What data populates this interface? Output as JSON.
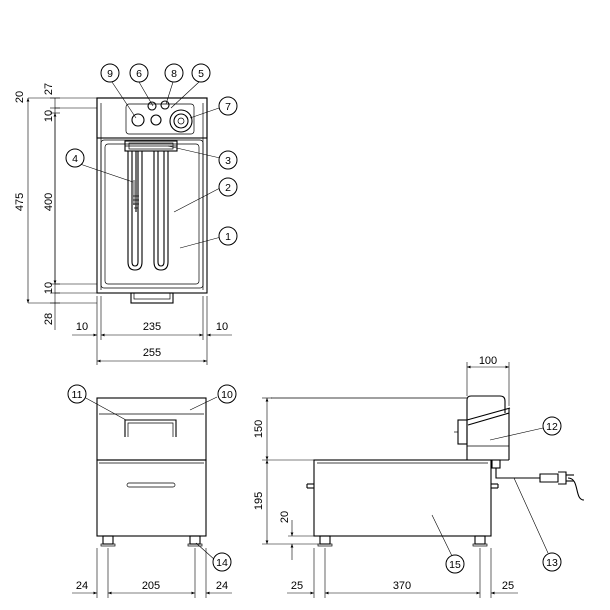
{
  "parts": [
    "1",
    "2",
    "3",
    "4",
    "5",
    "6",
    "7",
    "8",
    "9",
    "10",
    "11",
    "12",
    "13",
    "14",
    "15"
  ],
  "dimensions": {
    "top_left": [
      "20",
      "27",
      "10",
      "475",
      "400",
      "10",
      "28"
    ],
    "top_bottom": [
      "10",
      "235",
      "10",
      "255"
    ],
    "front_bottom": [
      "24",
      "205",
      "24"
    ],
    "side_top": "100",
    "side_left": [
      "150",
      "195",
      "20"
    ],
    "side_bottom": [
      "25",
      "370",
      "25"
    ]
  }
}
